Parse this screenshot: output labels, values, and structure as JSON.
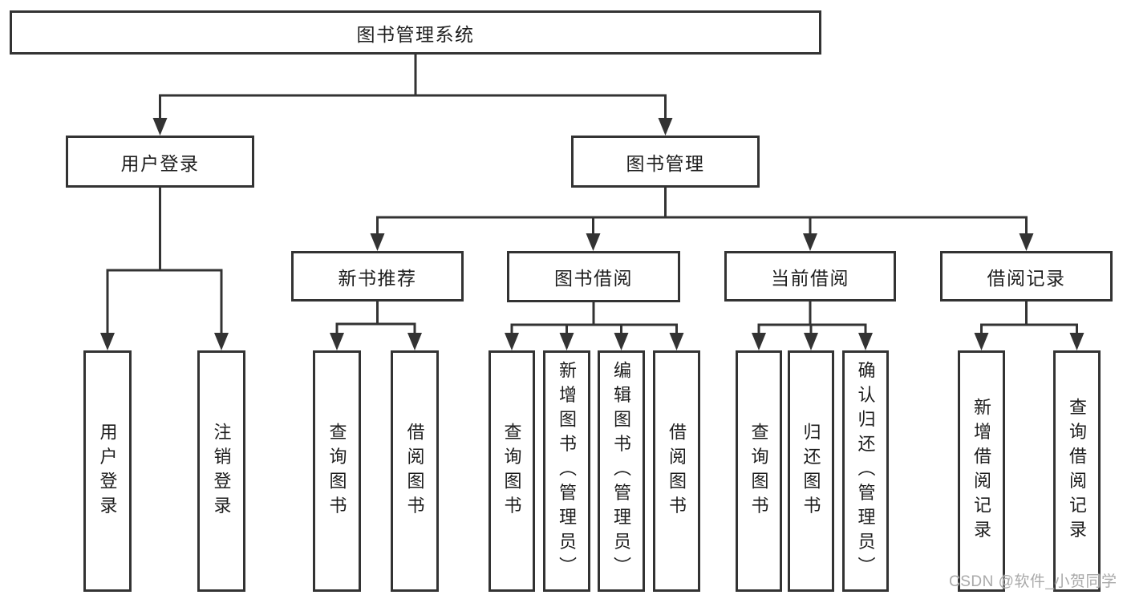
{
  "diagram_title": "图书管理系统",
  "tree": {
    "label": "图书管理系统",
    "children": [
      {
        "label": "用户登录",
        "children": [
          {
            "label": "用户登录"
          },
          {
            "label": "注销登录"
          }
        ]
      },
      {
        "label": "图书管理",
        "children": [
          {
            "label": "新书推荐",
            "children": [
              {
                "label": "查询图书"
              },
              {
                "label": "借阅图书"
              }
            ]
          },
          {
            "label": "图书借阅",
            "children": [
              {
                "label": "查询图书"
              },
              {
                "label": "新增图书（管理员）"
              },
              {
                "label": "编辑图书（管理员）"
              },
              {
                "label": "借阅图书"
              }
            ]
          },
          {
            "label": "当前借阅",
            "children": [
              {
                "label": "查询图书"
              },
              {
                "label": "归还图书"
              },
              {
                "label": "确认归还（管理员）"
              }
            ]
          },
          {
            "label": "借阅记录",
            "children": [
              {
                "label": "新增借阅记录"
              },
              {
                "label": "查询借阅记录"
              }
            ]
          }
        ]
      }
    ]
  },
  "watermark": {
    "text": "CSDN @软件_小贺同学"
  },
  "colors": {
    "line": "#333333",
    "text": "#1d1d1d",
    "background": "#ffffff",
    "watermark": "#a9a9a9"
  }
}
